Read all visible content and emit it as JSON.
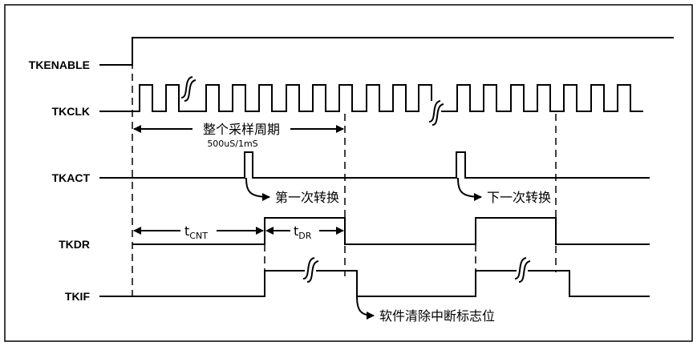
{
  "signals": {
    "tkenable": "TKENABLE",
    "tkclk": "TKCLK",
    "tkact": "TKACT",
    "tkdr": "TKDR",
    "tkif": "TKIF"
  },
  "annotations": {
    "sample_period": "整个采样周期",
    "sample_period_value": "500uS/1mS",
    "first_conversion": "第一次转换",
    "next_conversion": "下一次转换",
    "clear_flag": "软件清除中断标志位",
    "t_cnt_main": "t",
    "t_cnt_sub": "CNT",
    "t_dr_main": "t",
    "t_dr_sub": "DR"
  }
}
